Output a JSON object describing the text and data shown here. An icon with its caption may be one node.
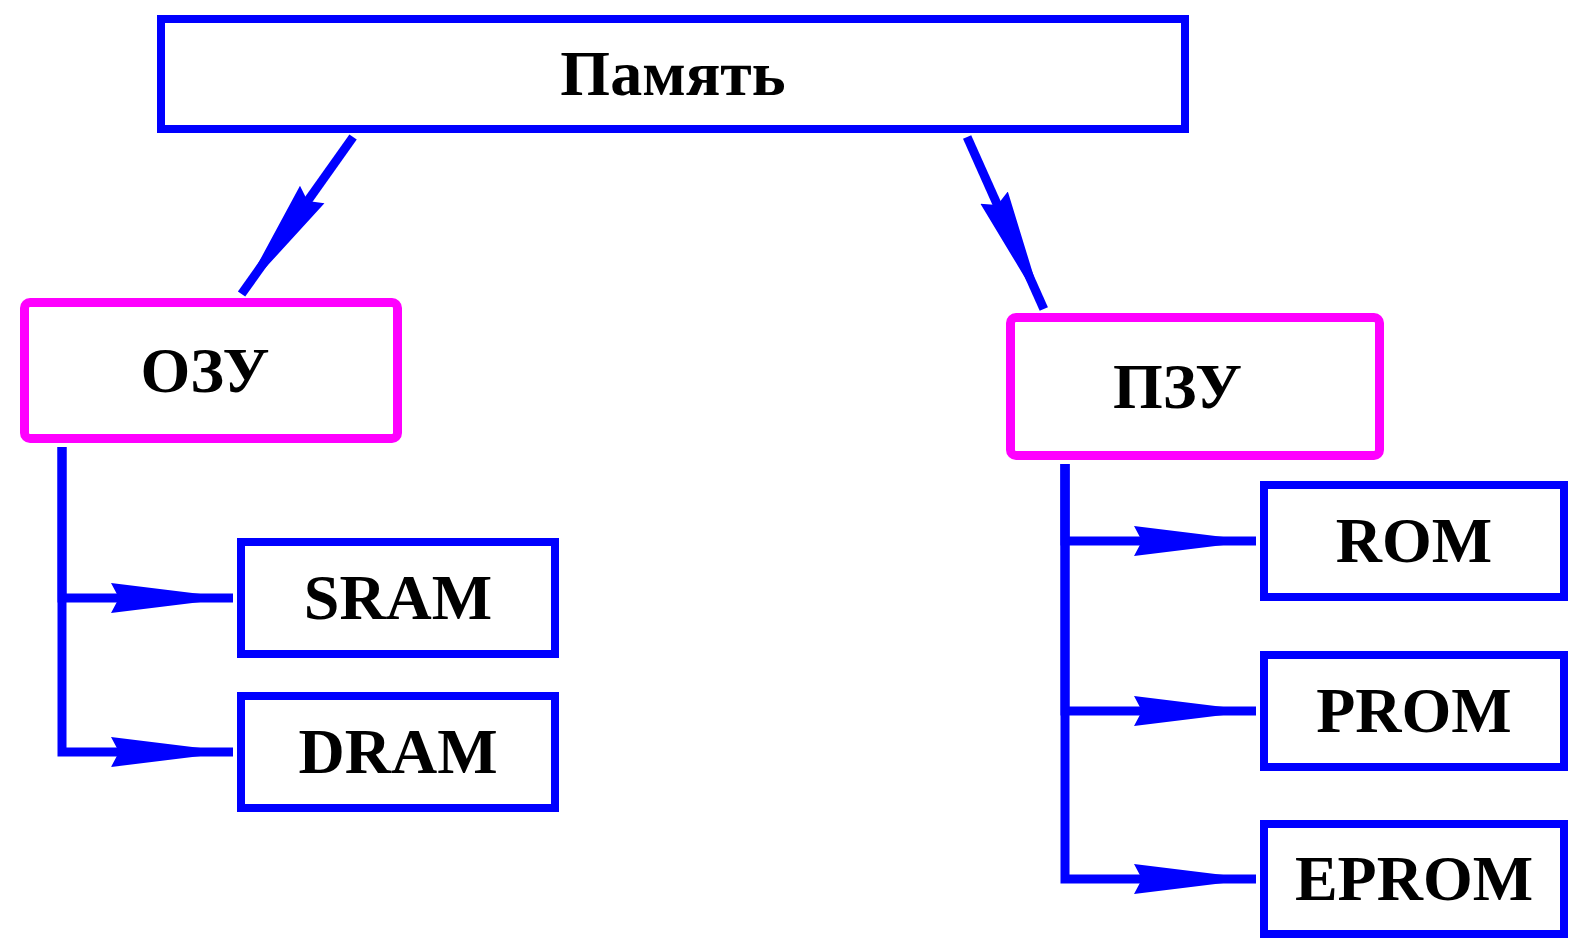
{
  "diagram": {
    "nodes": [
      {
        "text": [
          "Память"
        ]
      },
      {
        "text": [
          "ОЗУ"
        ]
      },
      {
        "text": [
          "ПЗУ"
        ]
      },
      {
        "text": [
          "SRAM"
        ]
      },
      {
        "text": [
          "DRAM"
        ]
      },
      {
        "text": [
          "ROM"
        ]
      },
      {
        "text": [
          "PROM"
        ]
      },
      {
        "text": [
          "EPROM"
        ]
      }
    ],
    "edges": [
      {
        "from": 0,
        "to": 1,
        "arrow": "to"
      },
      {
        "from": 0,
        "to": 2,
        "arrow": "to"
      },
      {
        "from": 1,
        "to": 3,
        "arrow": "to"
      },
      {
        "from": 1,
        "to": 4,
        "arrow": "to"
      },
      {
        "from": 2,
        "to": 5,
        "arrow": "to"
      },
      {
        "from": 2,
        "to": 6,
        "arrow": "to"
      },
      {
        "from": 2,
        "to": 7,
        "arrow": "to"
      }
    ]
  }
}
